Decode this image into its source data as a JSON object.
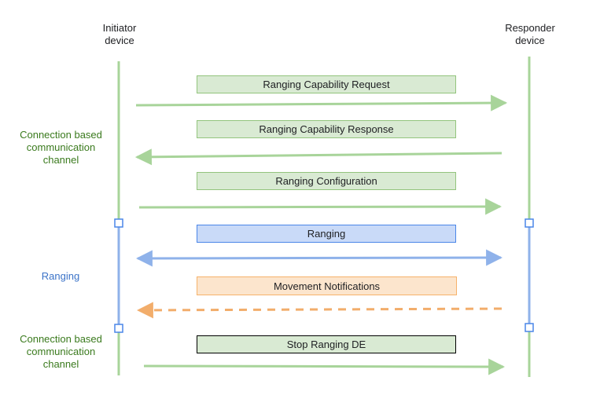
{
  "participants": {
    "initiator": "Initiator\ndevice",
    "responder": "Responder\ndevice"
  },
  "phases": {
    "connection_top": "Connection based\ncommunication\nchannel",
    "ranging": "Ranging",
    "connection_bottom": "Connection based\ncommunication\nchannel"
  },
  "messages": [
    {
      "label": "Ranging Capability Request",
      "direction": "initiator-to-responder",
      "style": "green",
      "line": "solid"
    },
    {
      "label": "Ranging Capability Response",
      "direction": "responder-to-initiator",
      "style": "green",
      "line": "solid"
    },
    {
      "label": "Ranging Configuration",
      "direction": "initiator-to-responder",
      "style": "green",
      "line": "solid"
    },
    {
      "label": "Ranging",
      "direction": "bidirectional",
      "style": "blue",
      "line": "solid"
    },
    {
      "label": "Movement Notifications",
      "direction": "responder-to-initiator",
      "style": "orange",
      "line": "dashed"
    },
    {
      "label": "Stop Ranging DE",
      "direction": "initiator-to-responder",
      "style": "green-dark",
      "line": "solid"
    }
  ],
  "colors": {
    "green_line": "#a8d49a",
    "green_box_fill": "#d9ead3",
    "green_box_border": "#93c47d",
    "blue_line": "#8fb2ea",
    "blue_box_fill": "#c9daf8",
    "blue_box_border": "#4a86e8",
    "orange_line": "#f2ad6b",
    "orange_box_fill": "#fce5cd",
    "orange_box_border": "#f6b26b",
    "dark_border": "#000000",
    "phase_green_text": "#3a7a1d",
    "phase_blue_text": "#3b73c8"
  }
}
